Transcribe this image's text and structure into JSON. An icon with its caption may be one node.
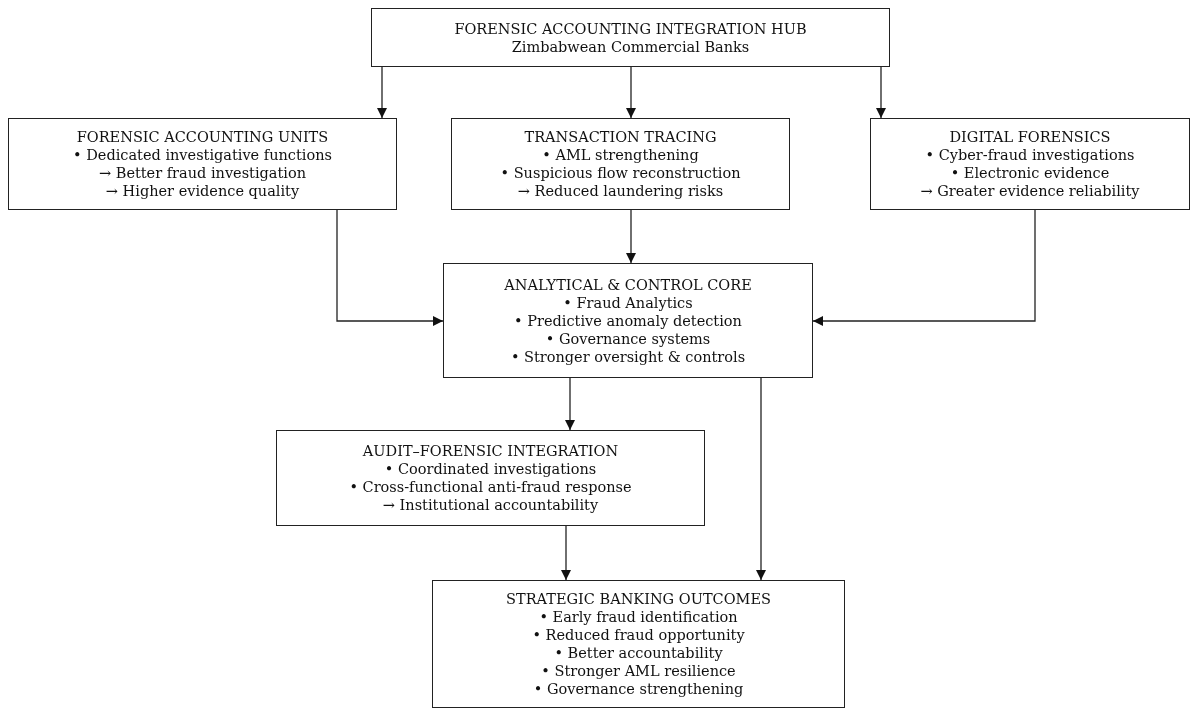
{
  "diagram": {
    "nodes": [
      {
        "text": [
          "FORENSIC ACCOUNTING INTEGRATION HUB",
          "Zimbabwean Commercial Banks"
        ]
      },
      {
        "text": [
          "FORENSIC ACCOUNTING UNITS",
          "• Dedicated investigative functions",
          "→ Better fraud investigation",
          "→ Higher evidence quality"
        ]
      },
      {
        "text": [
          "TRANSACTION TRACING",
          "• AML strengthening",
          "• Suspicious flow reconstruction",
          "→ Reduced laundering risks"
        ]
      },
      {
        "text": [
          "DIGITAL FORENSICS",
          "• Cyber-fraud investigations",
          "• Electronic evidence",
          "→ Greater evidence reliability"
        ]
      },
      {
        "text": [
          "ANALYTICAL & CONTROL CORE",
          "• Fraud Analytics",
          "• Predictive anomaly detection",
          "• Governance systems",
          "• Stronger oversight & controls"
        ]
      },
      {
        "text": [
          "AUDIT–FORENSIC INTEGRATION",
          "• Coordinated investigations",
          "• Cross-functional anti-fraud response",
          "→ Institutional accountability"
        ]
      },
      {
        "text": [
          "STRATEGIC BANKING OUTCOMES",
          "• Early fraud identification",
          "• Reduced fraud opportunity",
          "• Better accountability",
          "• Stronger AML resilience",
          "• Governance strengthening"
        ]
      }
    ],
    "edges": [
      {
        "from": 0,
        "to": 1,
        "arrow": "to"
      },
      {
        "from": 0,
        "to": 2,
        "arrow": "to"
      },
      {
        "from": 0,
        "to": 3,
        "arrow": "to"
      },
      {
        "from": 1,
        "to": 4,
        "arrow": "to"
      },
      {
        "from": 2,
        "to": 4,
        "arrow": "to"
      },
      {
        "from": 3,
        "to": 4,
        "arrow": "to"
      },
      {
        "from": 4,
        "to": 5,
        "arrow": "to"
      },
      {
        "from": 4,
        "to": 6,
        "arrow": "to"
      },
      {
        "from": 5,
        "to": 6,
        "arrow": "to"
      }
    ]
  }
}
